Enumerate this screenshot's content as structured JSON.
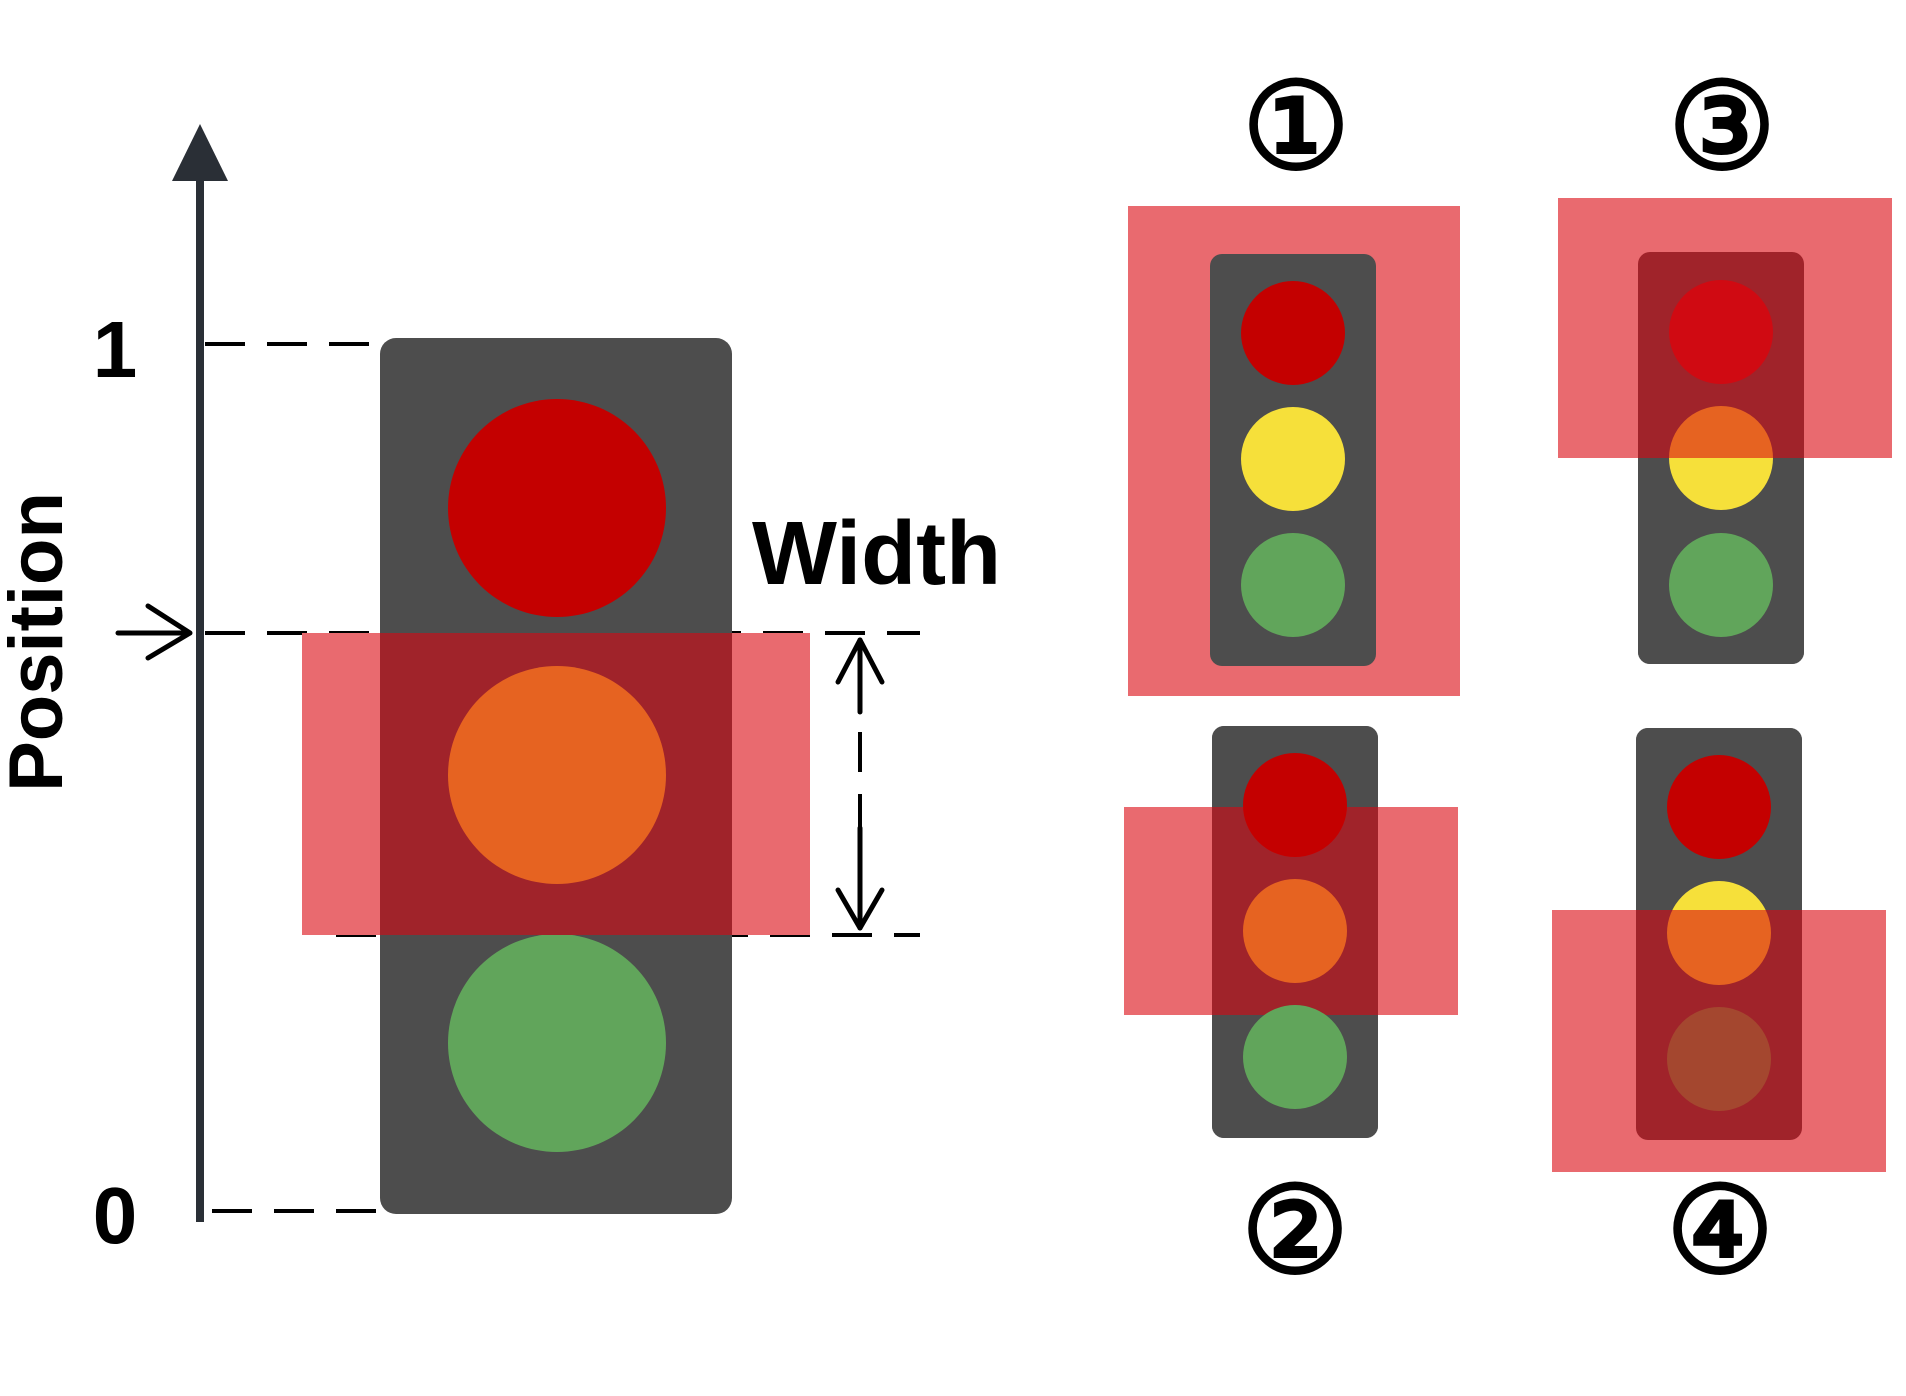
{
  "labels": {
    "axis_label": "Position",
    "tick_top": "1",
    "tick_bottom": "0",
    "width_label": "Width",
    "panel1": "①",
    "panel2": "②",
    "panel3": "③",
    "panel4": "④"
  },
  "colors": {
    "housing": "#4d4d4d",
    "red_light": "#c40000",
    "yellow_light": "#f6e03a",
    "orange_light": "#e66321",
    "green_light": "#61a55b",
    "highlight": "#e96a6f",
    "axis": "#2a2f36"
  }
}
